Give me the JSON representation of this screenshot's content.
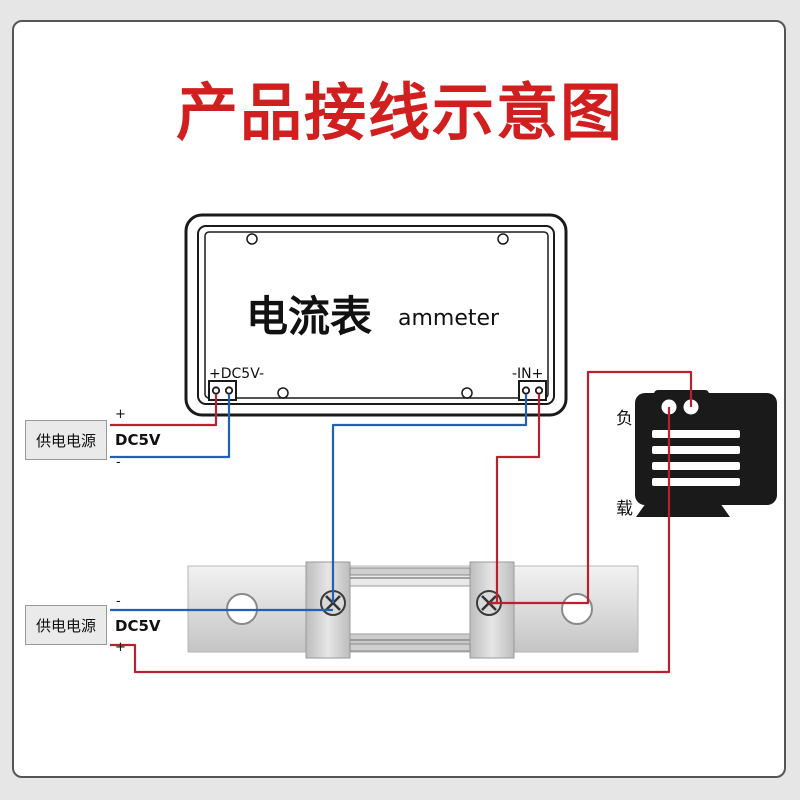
{
  "title": "产品接线示意图",
  "meter": {
    "name_cn": "电流表",
    "name_en": "ammeter",
    "power_terminal_label": "+DC5V-",
    "input_terminal_label": "-IN+"
  },
  "supply_top": {
    "label": "供电电源",
    "voltage": "DC5V",
    "plus": "+",
    "minus": "-"
  },
  "supply_bottom": {
    "label": "供电电源",
    "voltage": "DC5V",
    "plus": "+",
    "minus": "-"
  },
  "load": {
    "label_top": "负",
    "label_bottom": "载"
  },
  "colors": {
    "title": "#d11f1f",
    "wire_positive": "#b8222e",
    "wire_negative": "#1f62b3",
    "load_body": "#1a1a1a",
    "frame_border": "#555555"
  }
}
